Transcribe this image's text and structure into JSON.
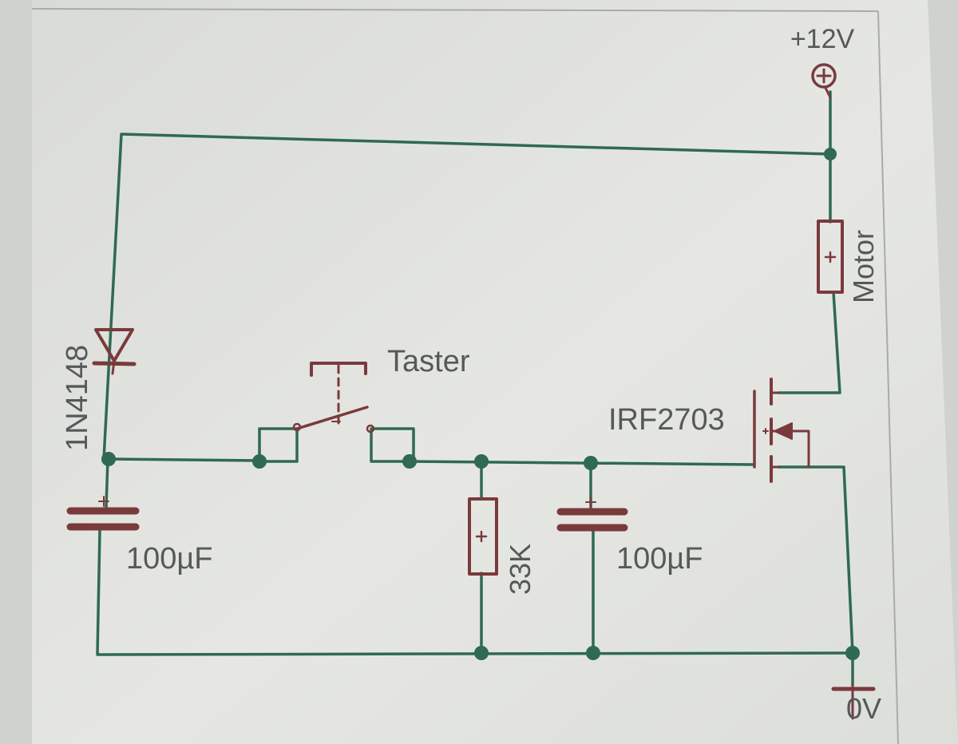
{
  "colors": {
    "paper": "#e5e6e2",
    "wire": "#2f6a52",
    "component": "#7a3a3c",
    "label": "#54595a"
  },
  "labels": {
    "supply": "+12V",
    "ground": "0V",
    "motor": "Motor",
    "diode": "1N4148",
    "switch": "Taster",
    "mosfet": "IRF2703",
    "capacitor_left": "100µF",
    "capacitor_right": "100µF",
    "resistor": "33K"
  }
}
